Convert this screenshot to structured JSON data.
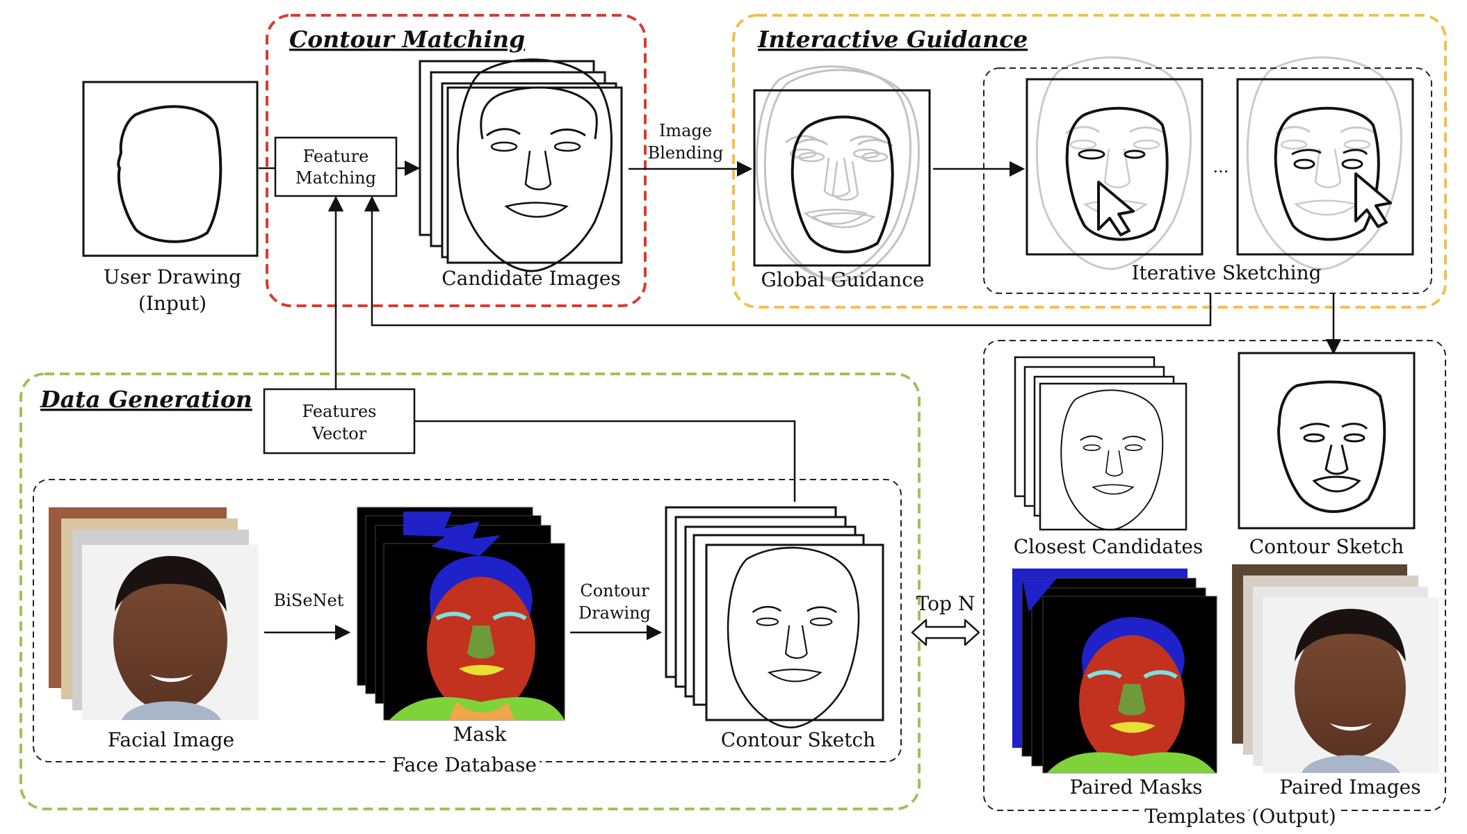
{
  "sections": {
    "contour_matching": "Contour Matching",
    "interactive_guidance": "Interactive Guidance",
    "data_generation": "Data Generation"
  },
  "labels": {
    "user_drawing": "User Drawing",
    "input": "(Input)",
    "feature_matching_1": "Feature",
    "feature_matching_2": "Matching",
    "candidate_images": "Candidate Images",
    "image_blending_1": "Image",
    "image_blending_2": "Blending",
    "global_guidance": "Global Guidance",
    "iterative_sketching": "Iterative Sketching",
    "ellipsis": "...",
    "features_vector_1": "Features",
    "features_vector_2": "Vector",
    "facial_image": "Facial Image",
    "bisenet": "BiSeNet",
    "mask": "Mask",
    "contour_drawing_1": "Contour",
    "contour_drawing_2": "Drawing",
    "contour_sketch": "Contour Sketch",
    "face_database": "Face Database",
    "top_n": "Top N",
    "closest_candidates": "Closest Candidates",
    "contour_sketch_out": "Contour Sketch",
    "paired_masks": "Paired Masks",
    "paired_images": "Paired Images",
    "templates_output": "Templates (Output)"
  },
  "colors": {
    "contour_matching_border": "#d93a33",
    "interactive_guidance_border": "#f0c24a",
    "data_generation_border": "#9cc35a",
    "mask_hair": "#1e22c8",
    "mask_skin": "#c2321e",
    "mask_nose": "#6f9a3a",
    "mask_neck": "#7ed33a",
    "mask_lip": "#e8e034",
    "mask_brow": "#7ee0e0"
  }
}
